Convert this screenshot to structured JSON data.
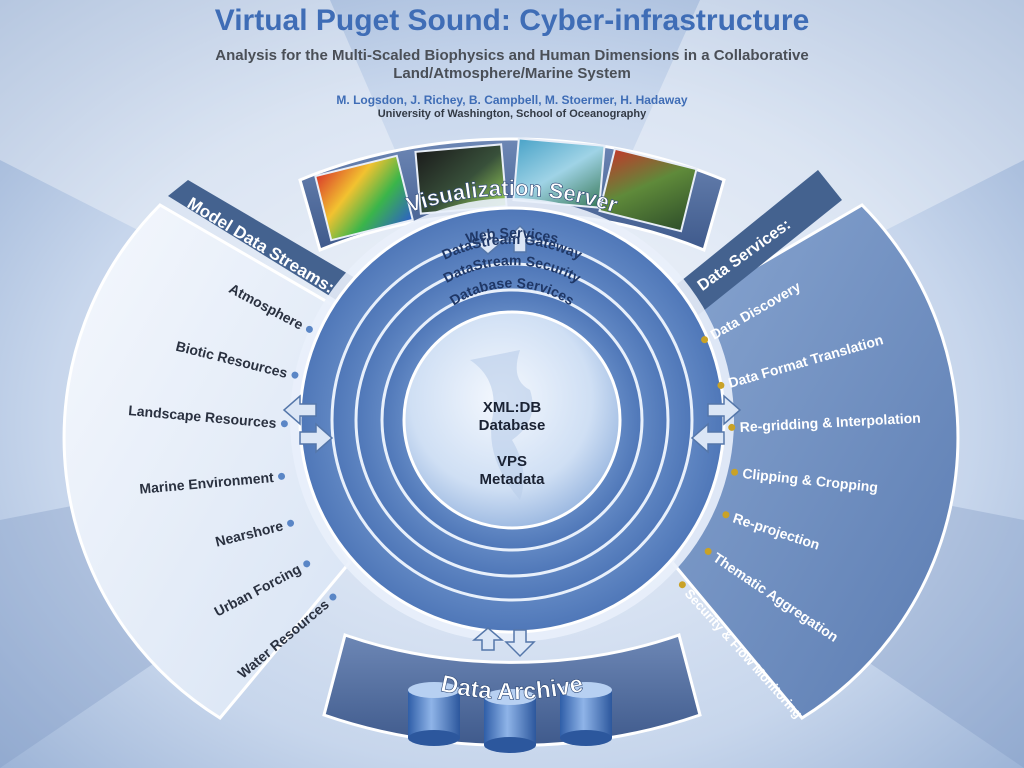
{
  "header": {
    "title": "Virtual Puget Sound: Cyber-infrastructure",
    "subtitle": [
      "Analysis for the Multi-Scaled Biophysics and Human Dimensions in a Collaborative",
      "Land/Atmosphere/Marine System"
    ],
    "authors": "M. Logsdon, J. Richey, B. Campbell, M. Stoermer, H. Hadaway",
    "affiliation": "University of Washington, School of Oceanography"
  },
  "visualization_server": {
    "label": "Visualization Server"
  },
  "rings": {
    "web_services": "Web Services",
    "gateway": "DataStream Gateway",
    "security": "DataStream Security",
    "database_services": "Database Services"
  },
  "core": {
    "line1": "XML:DB",
    "line2": "Database",
    "line3": "VPS",
    "line4": "Metadata"
  },
  "model_data_streams": {
    "title": "Model Data Streams:",
    "items": [
      "Atmosphere",
      "Biotic Resources",
      "Landscape Resources",
      "Marine Environment",
      "Nearshore",
      "Urban Forcing",
      "Water Resources"
    ]
  },
  "data_services": {
    "title": "Data Services:",
    "items": [
      "Data Discovery",
      "Data Format Translation",
      "Re-gridding & Interpolation",
      "Clipping & Cropping",
      "Re-projection",
      "Thematic Aggregation",
      "Security & Flow Monitoring"
    ]
  },
  "data_archive": {
    "label": "Data Archive"
  },
  "colors": {
    "title_blue": "#3f6db6",
    "panel_dark": "#4e6a9e",
    "panel_right": "#6f8fbf",
    "panel_left": "#e6eefa",
    "bullet": "#c9a227"
  }
}
